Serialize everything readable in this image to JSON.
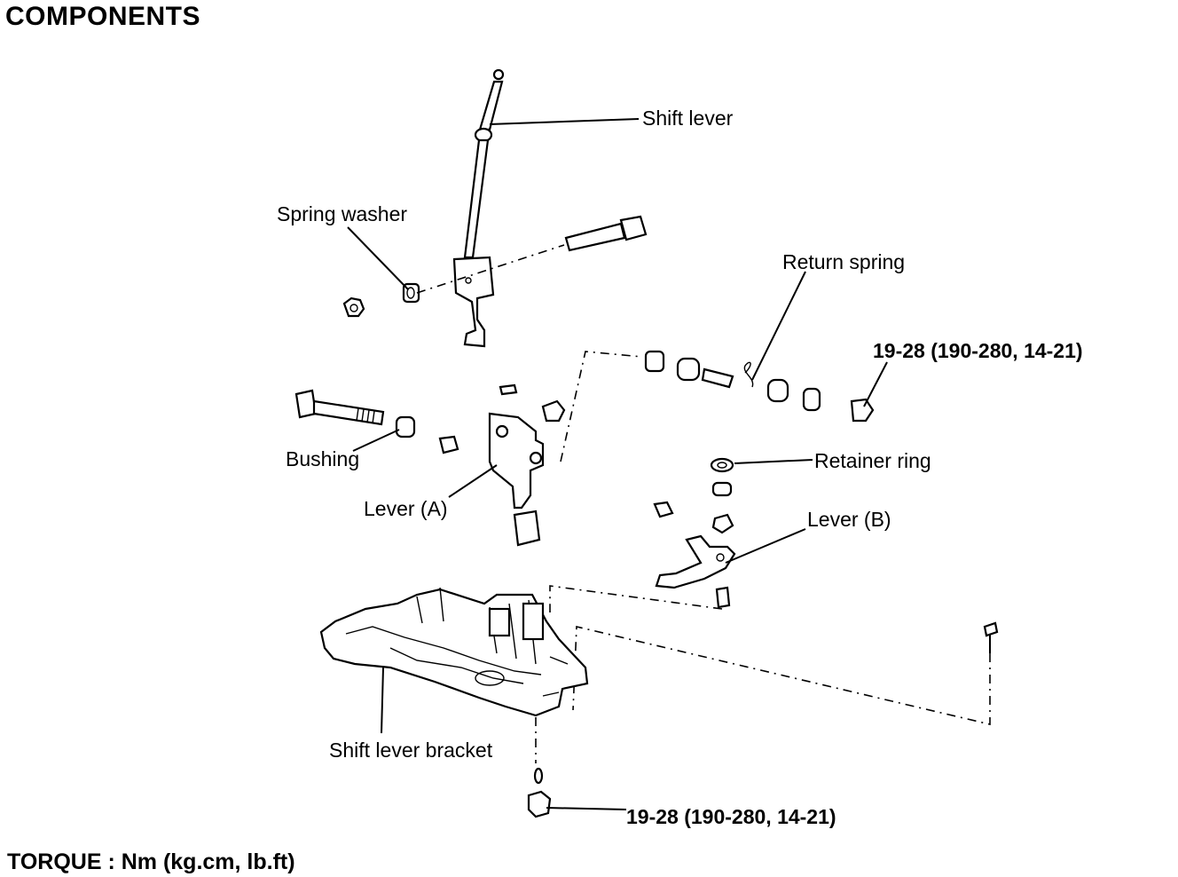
{
  "heading": "COMPONENTS",
  "footer": "TORQUE : Nm (kg.cm, lb.ft)",
  "labels": {
    "shift_lever": "Shift lever",
    "spring_washer": "Spring washer",
    "return_spring": "Return spring",
    "torque_top": "19-28 (190-280, 14-21)",
    "bushing": "Bushing",
    "retainer_ring": "Retainer ring",
    "lever_a": "Lever (A)",
    "lever_b": "Lever (B)",
    "shift_lever_bracket": "Shift lever bracket",
    "torque_bottom": "19-28 (190-280, 14-21)"
  }
}
